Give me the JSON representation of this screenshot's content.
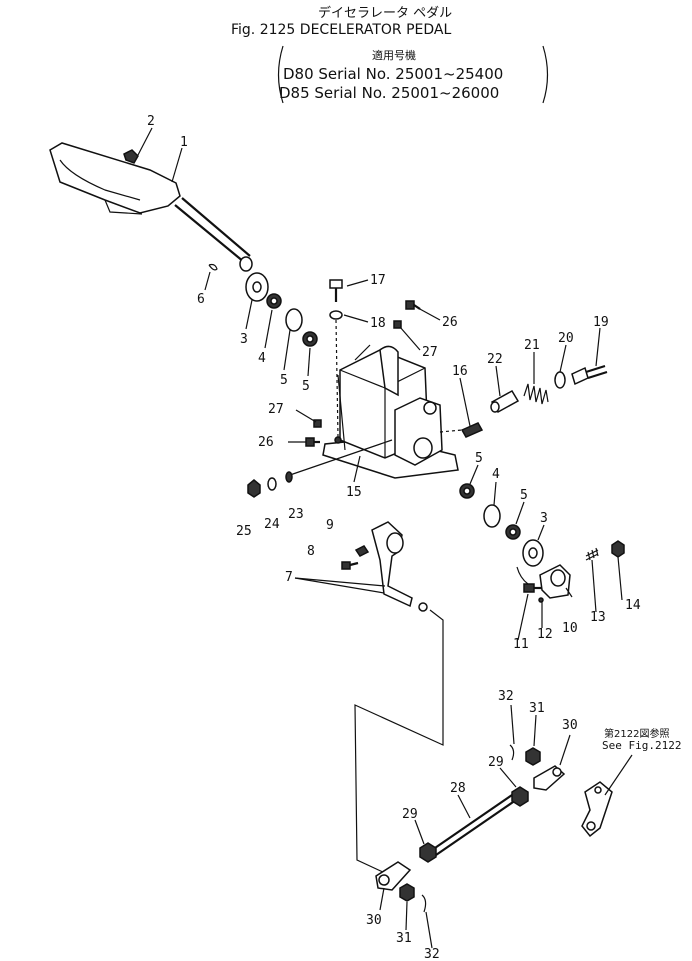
{
  "header": {
    "title_jp": "デイセラレータ ペダル",
    "title_fig": "Fig. 2125 DECELERATOR PEDAL",
    "applicable_jp": "適用号機",
    "serial_d80": "D80 Serial No. 25001~25400",
    "serial_d85": "D85 Serial No. 25001~26000"
  },
  "reference": {
    "jp": "第2122図参照",
    "en": "See Fig.2122"
  },
  "callouts": [
    "1",
    "2",
    "3",
    "4",
    "5",
    "6",
    "17",
    "18",
    "26",
    "27",
    "5",
    "27",
    "26",
    "16",
    "22",
    "21",
    "20",
    "19",
    "15",
    "25",
    "24",
    "23",
    "5",
    "4",
    "5",
    "3",
    "9",
    "8",
    "7",
    "11",
    "12",
    "10",
    "13",
    "14",
    "32",
    "31",
    "30",
    "29",
    "28",
    "29",
    "30",
    "31",
    "32"
  ]
}
